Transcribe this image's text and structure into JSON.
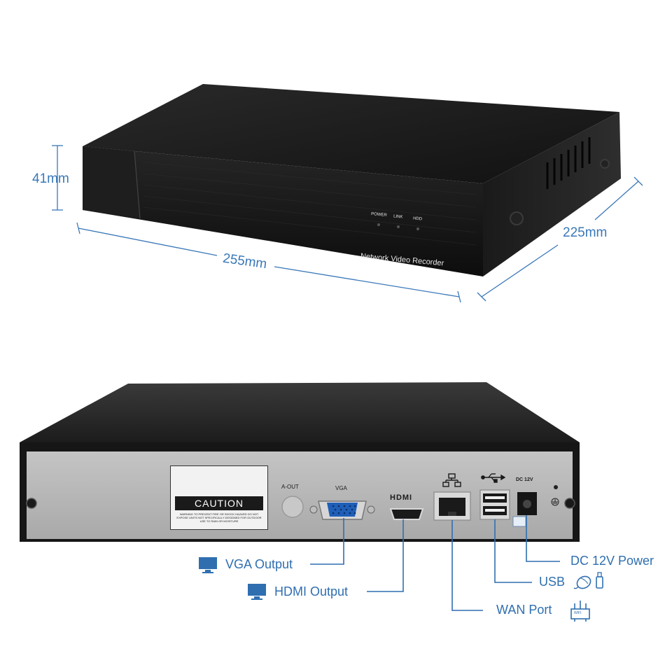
{
  "dimensions": {
    "height": "41mm",
    "width": "255mm",
    "depth": "225mm"
  },
  "front_panel": {
    "led_power": "POWER",
    "led_link": "LINK",
    "led_hdd": "HDD",
    "product_name": "Network Video Recorder"
  },
  "rear_panel": {
    "caution_title": "CAUTION",
    "caution_text": "WARNING TO PREVENT FIRE OR SHOCK HAZARD DO NOT EXPOSE UNITS NOT SPECIFICALLY DESIGNED FOR OUTDOOR USE TO RAIN OR MOISTURE",
    "aout_label": "A-OUT",
    "vga_label": "VGA",
    "hdmi_label": "HDMI",
    "dc_label": "DC 12V"
  },
  "callouts": {
    "vga_output": "VGA Output",
    "hdmi_output": "HDMI Output",
    "wan_port": "WAN Port",
    "usb": "USB",
    "dc_power": "DC 12V Power",
    "wifi_badge": "WIFI"
  },
  "colors": {
    "accent": "#2f6fb0",
    "chassis": "#1b1b1b",
    "rear_plate": "#b9b9b9"
  },
  "icons": [
    "warning-icon",
    "monitor-icon",
    "network-icon",
    "usb-icon",
    "mouse-icon",
    "usb-drive-icon",
    "router-icon",
    "ground-icon"
  ]
}
